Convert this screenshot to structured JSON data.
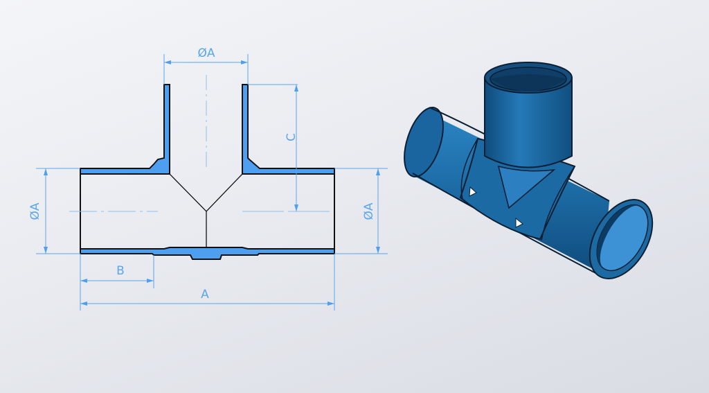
{
  "drawing": {
    "labels": {
      "top_diameter": "ØA",
      "height": "C",
      "left_diameter": "ØA",
      "right_diameter": "ØA",
      "socket_depth": "B",
      "overall_length": "A"
    }
  },
  "colors": {
    "fitting_blue": "#1d6aa3",
    "section_fill": "#4f9ff0",
    "dimension_line": "#5aa6ea",
    "outline": "#111111"
  }
}
